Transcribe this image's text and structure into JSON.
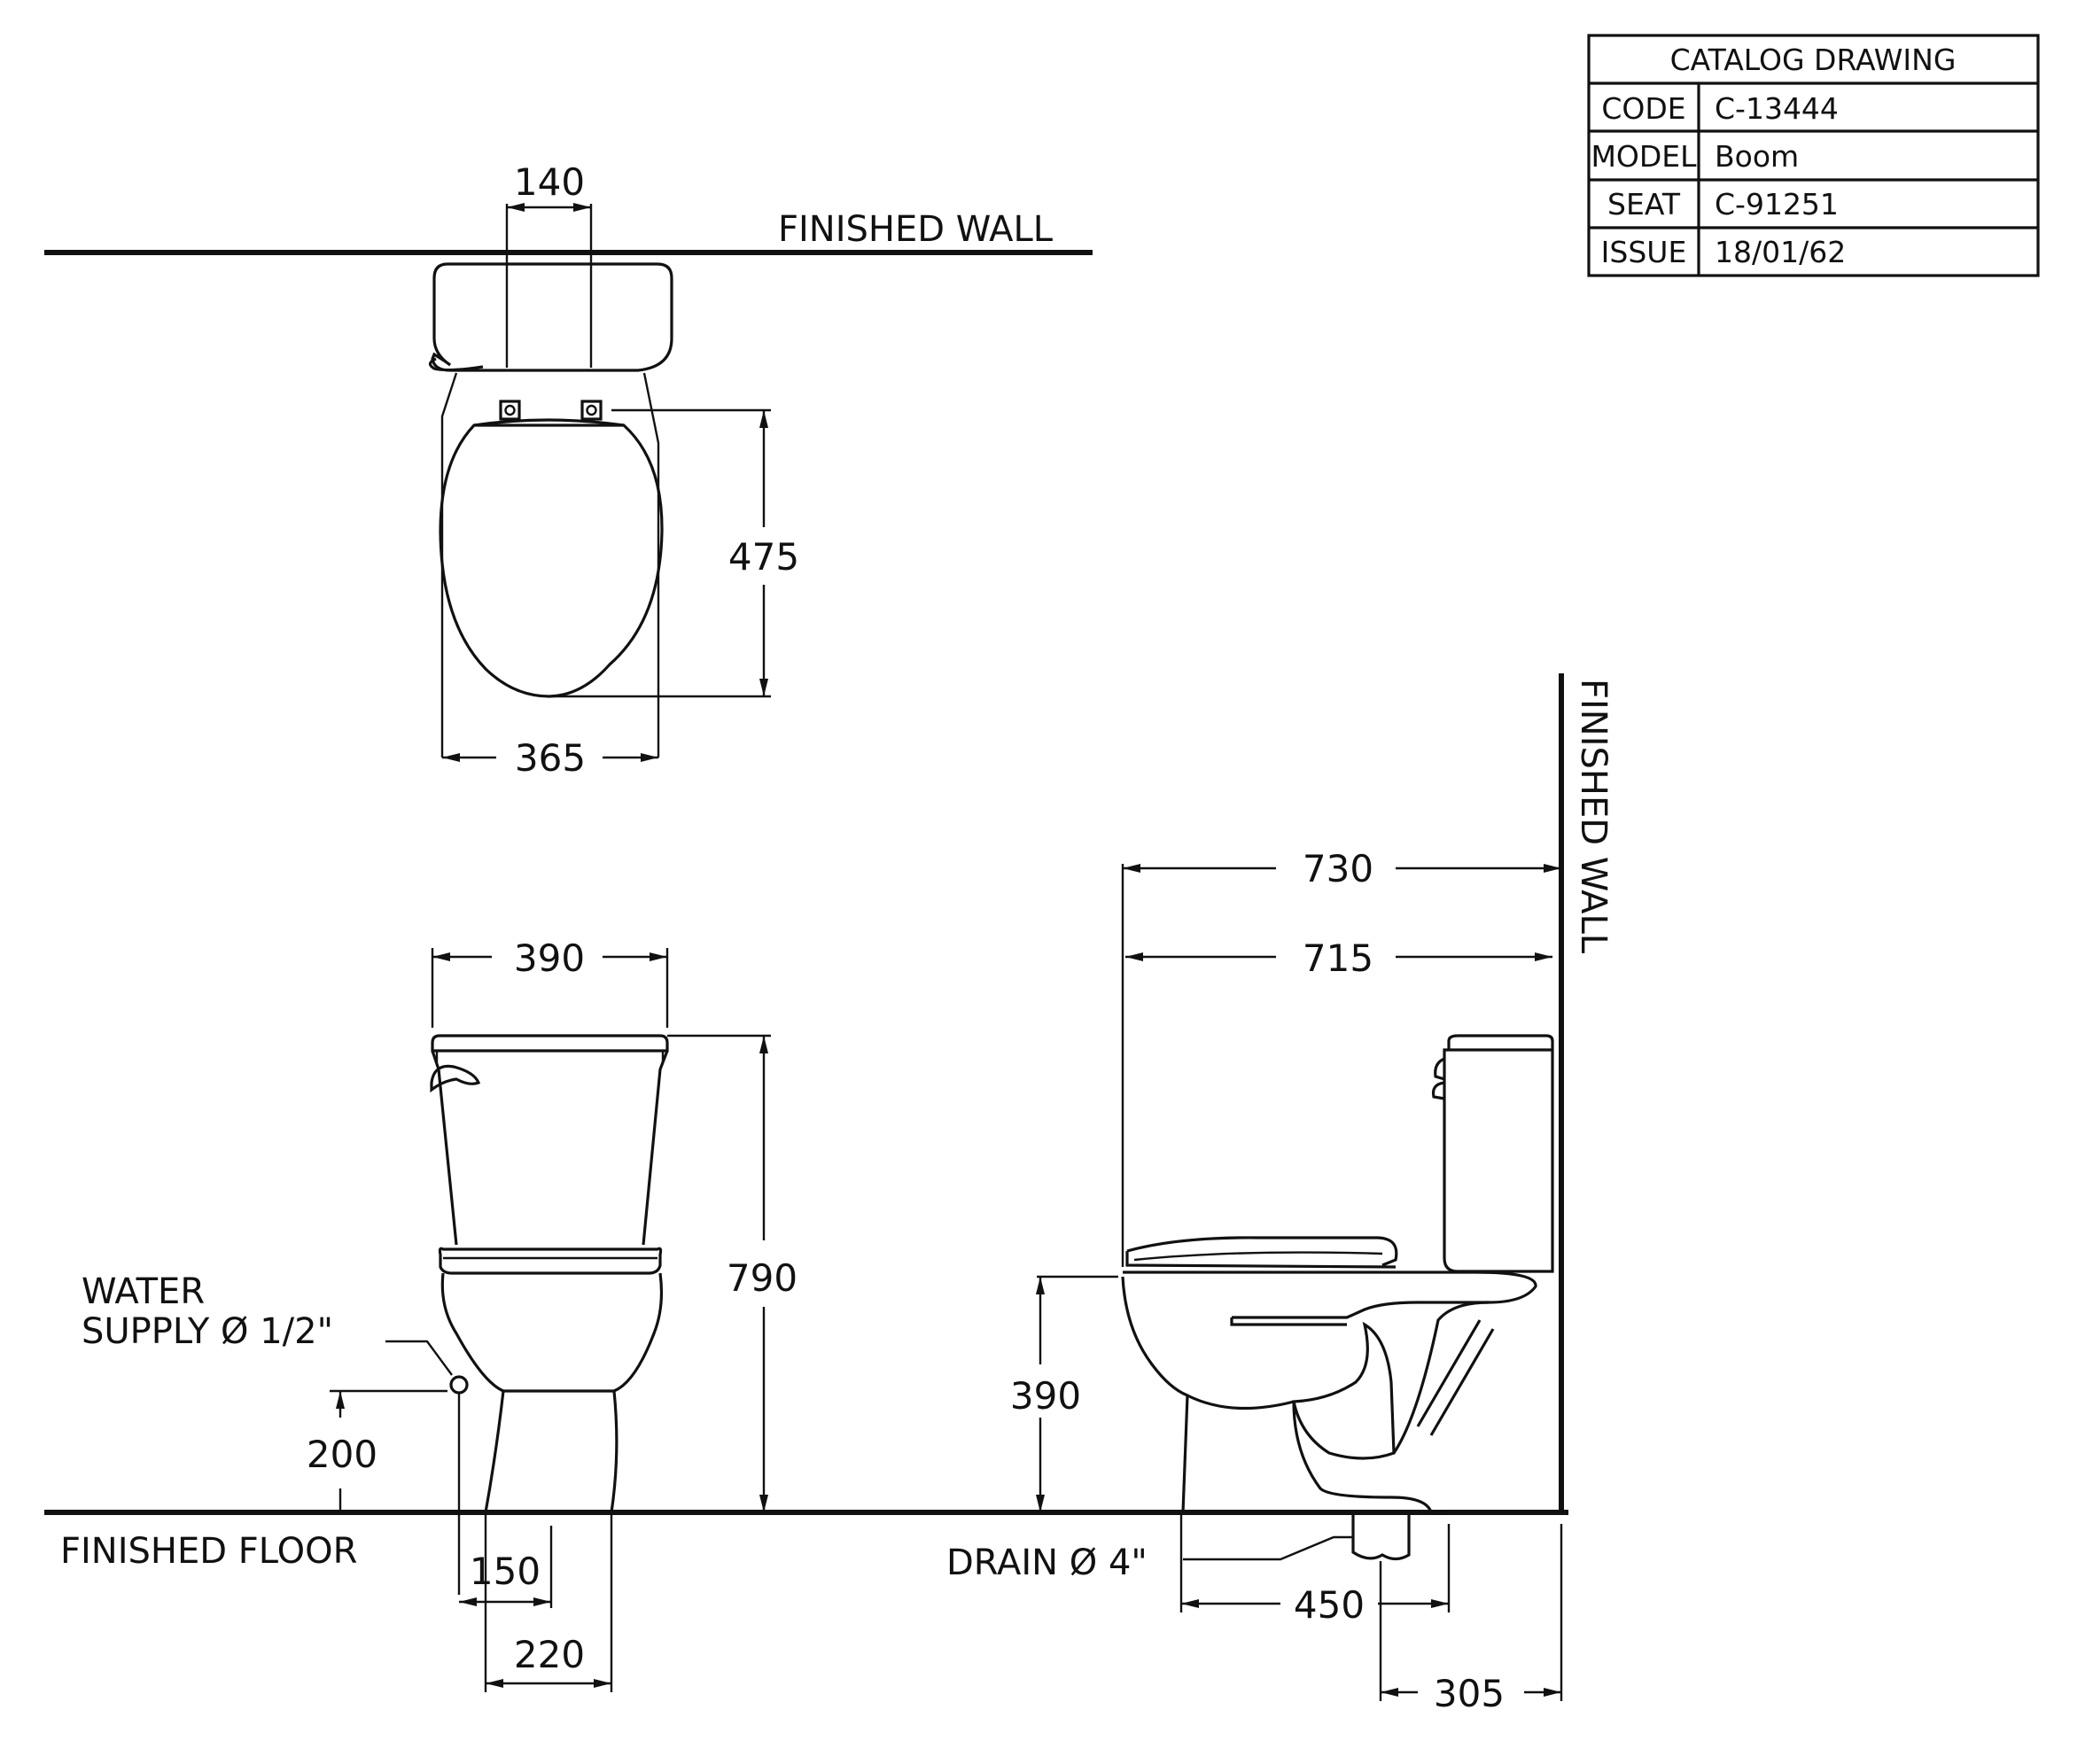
{
  "title_block": {
    "header": "CATALOG  DRAWING",
    "rows": [
      {
        "label": "CODE",
        "value": "C-13444"
      },
      {
        "label": "MODEL",
        "value": "Boom"
      },
      {
        "label": "SEAT",
        "value": "C-91251"
      },
      {
        "label": "ISSUE",
        "value": "18/01/62"
      }
    ]
  },
  "top_view": {
    "wall_label": "FINISHED  WALL",
    "dim_hinge": "140",
    "dim_depth": "475",
    "dim_width": "365"
  },
  "front_view": {
    "dim_tank_width": "390",
    "dim_height": "790",
    "water_supply_line1": "WATER",
    "water_supply_line2": "SUPPLY  Ø 1/2\"",
    "dim_supply_height": "200",
    "floor_label": "FINISHED  FLOOR",
    "dim_supply_offset": "150",
    "dim_base_width": "220"
  },
  "side_view": {
    "wall_label": "FINISHED  WALL",
    "dim_overall": "730",
    "dim_length": "715",
    "dim_seat_height": "390",
    "drain_label": "DRAIN  Ø 4\"",
    "dim_base_depth": "450",
    "dim_rough_in": "305"
  }
}
